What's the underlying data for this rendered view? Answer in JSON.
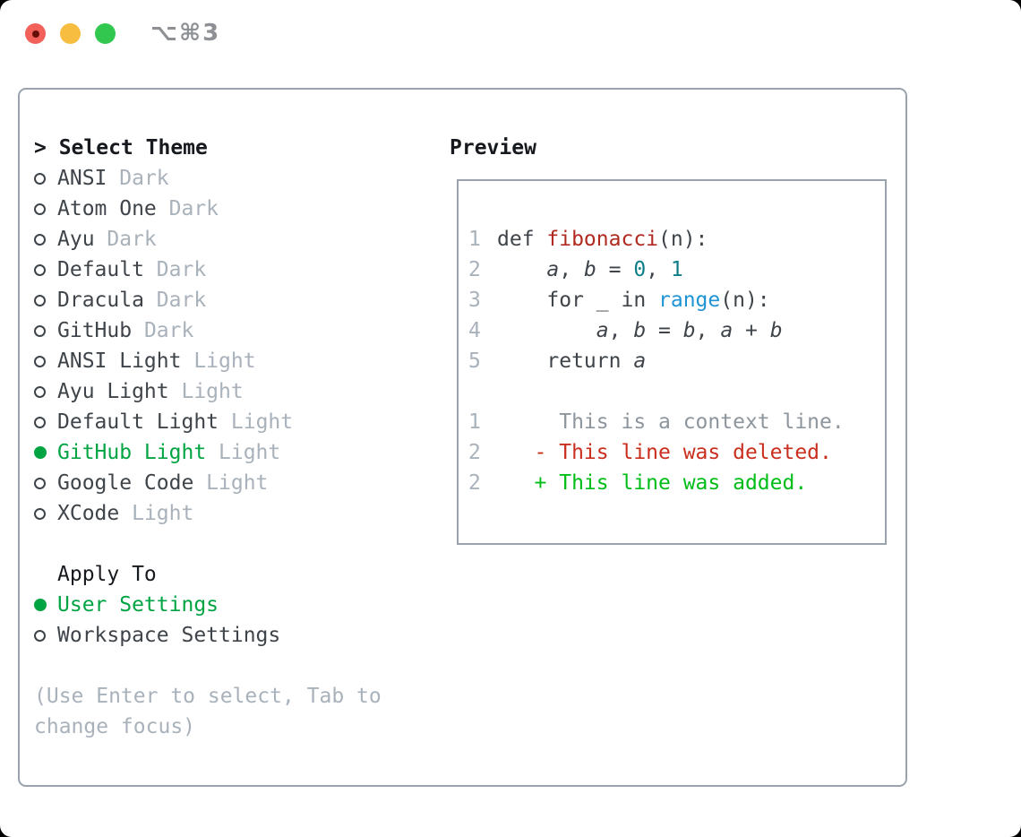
{
  "window": {
    "title": "⌥⌘3",
    "buttons": [
      "close",
      "minimize",
      "zoom"
    ]
  },
  "theme_panel": {
    "header": {
      "prompt": "> ",
      "label": "Select Theme"
    },
    "themes": [
      {
        "name": "ANSI",
        "variant": "Dark",
        "selected": false
      },
      {
        "name": "Atom One",
        "variant": "Dark",
        "selected": false
      },
      {
        "name": "Ayu",
        "variant": "Dark",
        "selected": false
      },
      {
        "name": "Default",
        "variant": "Dark",
        "selected": false
      },
      {
        "name": "Dracula",
        "variant": "Dark",
        "selected": false
      },
      {
        "name": "GitHub",
        "variant": "Dark",
        "selected": false
      },
      {
        "name": "ANSI Light",
        "variant": "Light",
        "selected": false
      },
      {
        "name": "Ayu Light",
        "variant": "Light",
        "selected": false
      },
      {
        "name": "Default Light",
        "variant": "Light",
        "selected": false
      },
      {
        "name": "GitHub Light",
        "variant": "Light",
        "selected": true
      },
      {
        "name": "Google Code",
        "variant": "Light",
        "selected": false
      },
      {
        "name": "XCode",
        "variant": "Light",
        "selected": false
      }
    ],
    "apply_to": {
      "label": "Apply To",
      "options": [
        {
          "label": "User Settings",
          "selected": true
        },
        {
          "label": "Workspace Settings",
          "selected": false
        }
      ]
    },
    "hint": "(Use Enter to select, Tab to change focus)"
  },
  "preview": {
    "title": "Preview",
    "lines": [
      {
        "num": "1",
        "segs": [
          {
            "t": "def ",
            "c": "t"
          },
          {
            "t": "fibonacci",
            "c": "fn"
          },
          {
            "t": "(n):",
            "c": "t"
          }
        ]
      },
      {
        "num": "2",
        "segs": [
          {
            "t": "    ",
            "c": "t"
          },
          {
            "t": "a",
            "c": "v"
          },
          {
            "t": ", ",
            "c": "t"
          },
          {
            "t": "b",
            "c": "v"
          },
          {
            "t": " = ",
            "c": "t"
          },
          {
            "t": "0",
            "c": "n"
          },
          {
            "t": ", ",
            "c": "t"
          },
          {
            "t": "1",
            "c": "n"
          }
        ]
      },
      {
        "num": "3",
        "segs": [
          {
            "t": "    for _ in ",
            "c": "t"
          },
          {
            "t": "range",
            "c": "b"
          },
          {
            "t": "(n):",
            "c": "t"
          }
        ]
      },
      {
        "num": "4",
        "segs": [
          {
            "t": "        ",
            "c": "t"
          },
          {
            "t": "a",
            "c": "v"
          },
          {
            "t": ", ",
            "c": "t"
          },
          {
            "t": "b",
            "c": "v"
          },
          {
            "t": " = ",
            "c": "t"
          },
          {
            "t": "b",
            "c": "v"
          },
          {
            "t": ", ",
            "c": "t"
          },
          {
            "t": "a",
            "c": "v"
          },
          {
            "t": " + ",
            "c": "t"
          },
          {
            "t": "b",
            "c": "v"
          }
        ]
      },
      {
        "num": "5",
        "segs": [
          {
            "t": "    return ",
            "c": "t"
          },
          {
            "t": "a",
            "c": "v"
          }
        ]
      },
      {
        "num": "",
        "segs": []
      },
      {
        "num": "1",
        "segs": [
          {
            "t": "     This is a context line.",
            "c": "ctx"
          }
        ]
      },
      {
        "num": "2",
        "segs": [
          {
            "t": "   - This line was deleted.",
            "c": "del"
          }
        ]
      },
      {
        "num": "2",
        "segs": [
          {
            "t": "   + This line was added.",
            "c": "add"
          }
        ]
      }
    ]
  },
  "colors": {
    "panel_border": "#9aa2ab",
    "header_text": "#16191d",
    "item_text": "#3e4449",
    "muted": "#a9b2bb",
    "selected_green": "#00a442",
    "code_text": "#3e4449",
    "line_number": "#a9b2bb",
    "func_red": "#b02a20",
    "number_teal": "#0d7e86",
    "builtin_blue": "#1e93d6",
    "diff_context": "#8d959d",
    "diff_del": "#ca2f1e",
    "diff_add": "#00bd17",
    "title_gray": "#8d9094",
    "tl_red": "#f2605a",
    "tl_red_dot": "#650d08",
    "tl_yellow": "#f6bd40",
    "tl_green": "#32c74f"
  }
}
